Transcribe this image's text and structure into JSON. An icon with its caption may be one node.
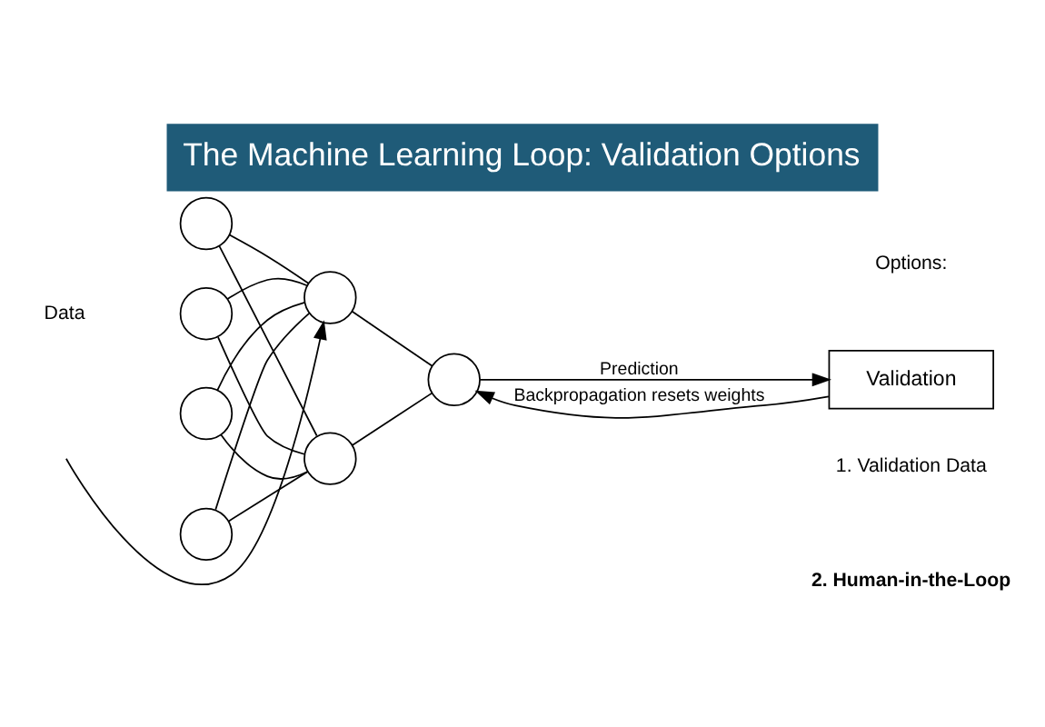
{
  "diagram": {
    "title": "The Machine Learning Loop: Validation Options",
    "nodes": [
      {
        "text": [],
        "shape": "circle"
      },
      {
        "text": [],
        "shape": "circle"
      },
      {
        "text": [],
        "shape": "circle"
      },
      {
        "text": [],
        "shape": "circle"
      },
      {
        "text": [],
        "shape": "circle"
      },
      {
        "text": [],
        "shape": "circle"
      },
      {
        "text": [],
        "shape": "circle"
      },
      {
        "text": [
          "Validation"
        ]
      }
    ],
    "edges": [
      {
        "from": 0,
        "to": 4,
        "arrow": "none"
      },
      {
        "from": 0,
        "to": 5,
        "arrow": "none"
      },
      {
        "from": 1,
        "to": 4,
        "arrow": "none"
      },
      {
        "from": 1,
        "to": 5,
        "arrow": "none"
      },
      {
        "from": 2,
        "to": 4,
        "arrow": "none"
      },
      {
        "from": 2,
        "to": 5,
        "arrow": "none"
      },
      {
        "from": 3,
        "to": 4,
        "arrow": "none"
      },
      {
        "from": 3,
        "to": 5,
        "arrow": "none"
      },
      {
        "from": 4,
        "to": 6,
        "arrow": "none"
      },
      {
        "from": 5,
        "to": 6,
        "arrow": "none"
      },
      {
        "from": 6,
        "to": 7,
        "arrow": "to",
        "label": "Prediction"
      },
      {
        "from": 7,
        "to": 6,
        "arrow": "to",
        "label": "Backpropagation resets weights"
      },
      {
        "from": null,
        "to": 4,
        "arrow": "to"
      }
    ],
    "labels": [
      "Data",
      "Options:",
      "1. Validation Data",
      "2. Human-in-the-Loop"
    ]
  }
}
